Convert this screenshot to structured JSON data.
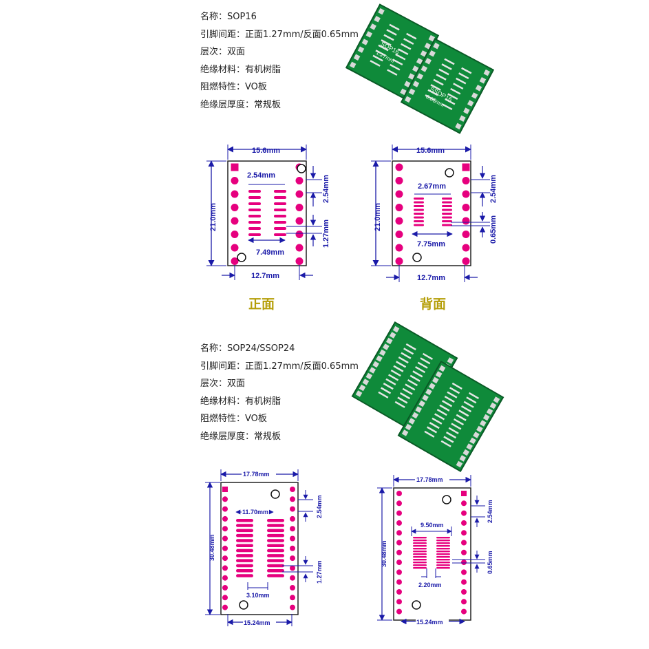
{
  "product1": {
    "specs": [
      "名称：SOP16",
      "引脚间距：正面1.27mm/反面0.65mm",
      "层次：双面",
      "绝缘材料：有机树脂",
      "阻燃特性：VO板",
      "绝缘层厚度：常规板"
    ],
    "front": {
      "width": "15.6mm",
      "height": "21.0mm",
      "pitch_gap": "2.54mm",
      "row_pitch": "2.54mm",
      "pad_pitch": "1.27mm",
      "pad_span": "7.49mm",
      "pin_span": "12.7mm"
    },
    "back": {
      "width": "15.6mm",
      "height": "21.0mm",
      "pitch_gap": "2.67mm",
      "row_pitch": "2.54mm",
      "pad_pitch": "0.65mm",
      "pad_span": "7.75mm",
      "pin_span": "12.7mm"
    },
    "caption_front": "正面",
    "caption_back": "背面",
    "photo_labels": {
      "board_a": "SOP16",
      "board_b": "SSOP16",
      "a_pitch": "1.27mm",
      "b_pitch": "0.65mm"
    }
  },
  "product2": {
    "specs": [
      "名称：SOP24/SSOP24",
      "引脚间距：正面1.27mm/反面0.65mm",
      "层次：双面",
      "绝缘材料：有机树脂",
      "阻燃特性：VO板",
      "绝缘层厚度：常规板"
    ],
    "front": {
      "width": "17.78mm",
      "height": "30.48mm",
      "pad_span": "11.70mm",
      "row_pitch": "2.54mm",
      "pad_pitch": "1.27mm",
      "gap": "3.10mm",
      "pin_span": "15.24mm"
    },
    "back": {
      "width": "17.78mm",
      "height": "30.48mm",
      "pad_span": "9.50mm",
      "row_pitch": "2.54mm",
      "pad_pitch": "0.65mm",
      "gap": "2.20mm",
      "pin_span": "15.24mm"
    }
  },
  "colors": {
    "pad": "#e6007e",
    "dim": "#1a1aa8",
    "pcb": "#0f8a3a",
    "caption": "#b59e08"
  }
}
